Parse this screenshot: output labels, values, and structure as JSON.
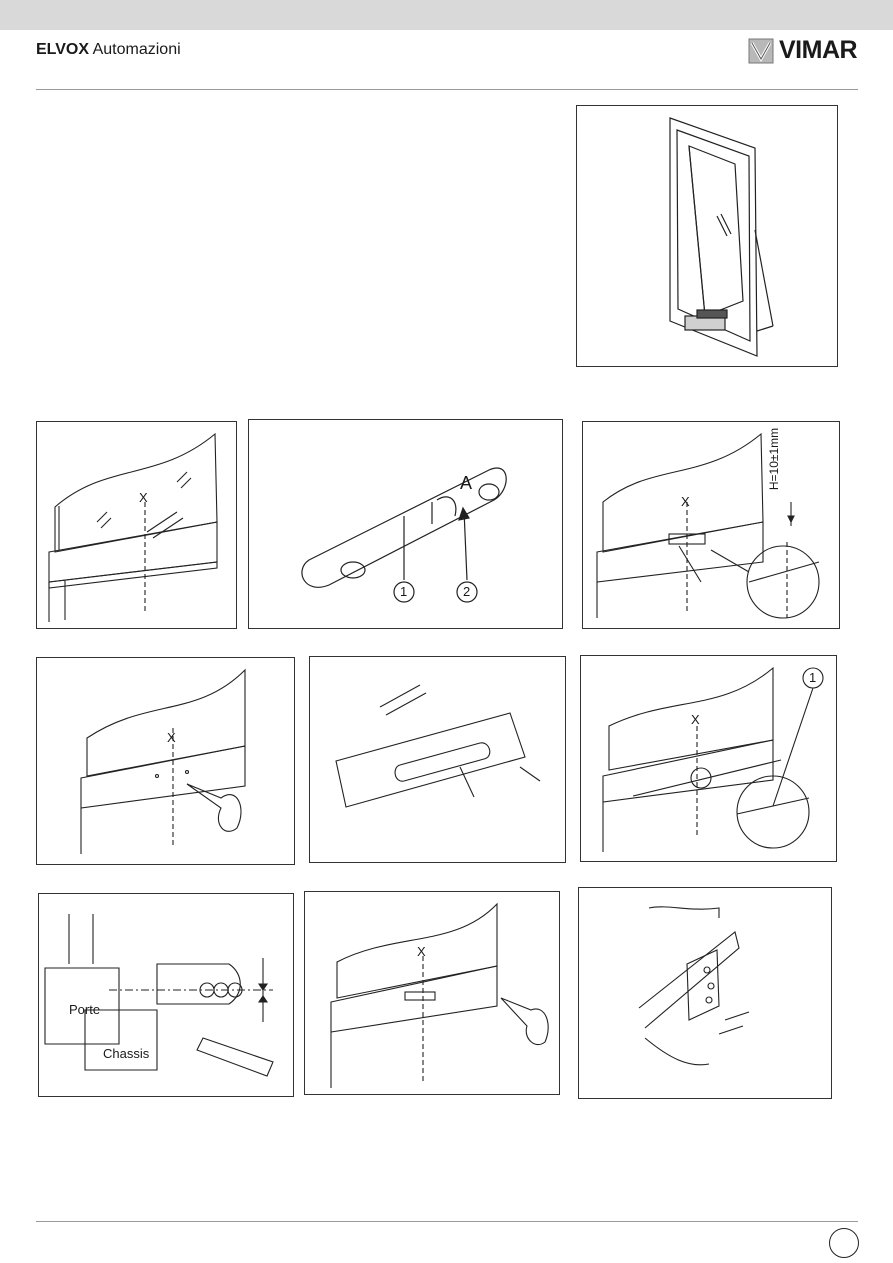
{
  "header": {
    "brand_bold": "ELVOX",
    "brand_light": " Automazioni",
    "logo_word": "VIMAR"
  },
  "figures": {
    "fig2": {
      "callout_a": "A",
      "callout_1": "1",
      "callout_2": "2"
    },
    "fig3": {
      "mark_x": "X",
      "dimension": "H=10±1mm"
    },
    "fig4": {
      "mark_x": "X"
    },
    "fig6": {
      "mark_x": "X",
      "callout_1": "1"
    },
    "fig7": {
      "label_porte": "Porte",
      "label_chassis": "Chassis"
    },
    "fig8": {
      "mark_x": "X"
    }
  },
  "fig1_mark_x": "X",
  "colors": {
    "topbar": "#d9d9d9",
    "rule": "#999999",
    "line": "#222222"
  }
}
